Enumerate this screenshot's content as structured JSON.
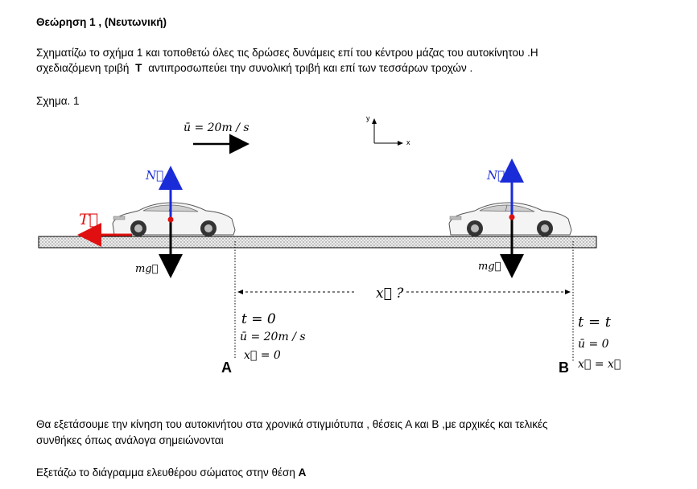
{
  "heading": "Θεώρηση 1 , (Νευτωνική)",
  "intro": {
    "line1": "Σχηματίζω το σχήμα 1 και τοποθετώ όλες τις δρώσες δυνάμεις επί του κέντρου μάζας του αυτοκίνητου .Η",
    "line2_pre": "σχεδιαζόμενη τριβή",
    "line2_bold": "Τ",
    "line2_post": "αντιπροσωπεύει την συνολική τριβή και επί των τεσσάρων τροχών ."
  },
  "figure_label": "Σχημα. 1",
  "figure": {
    "velocity_label": "ū = 20m / s",
    "axis_y": "y",
    "axis_x": "x",
    "normal_force": "N⃗",
    "friction_force": "T⃗",
    "weight": "mg⃗",
    "distance_label": "x⃗ ?",
    "point_a": {
      "name": "A",
      "t": "t = 0",
      "u": "ū = 20m / s",
      "x": "x⃗ = 0"
    },
    "point_b": {
      "name": "B",
      "t": "t = t",
      "u": "ū = 0",
      "x": "x⃗ = x⃗"
    },
    "colors": {
      "normal": "#1a2bd8",
      "friction": "#e01010",
      "ground_fill": "#d8d8d8"
    }
  },
  "outro": {
    "line1": "Θα εξετάσουμε την κίνηση του αυτοκινήτου στα χρονικά στιγμιότυπα , θέσεις Α και Β ,με αρχικές και τελικές",
    "line2": "συνθήκες όπως ανάλογα σημειώνονται"
  },
  "closing_pre": "Εξετάζω το διάγραμμα ελευθέρου σώματος στην θέση",
  "closing_bold": "Α"
}
